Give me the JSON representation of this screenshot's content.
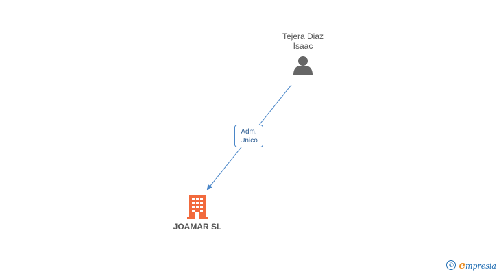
{
  "person": {
    "name_line1": "Tejera Diaz",
    "name_line2": "Isaac",
    "icon": "person-icon"
  },
  "relation": {
    "role_line1": "Adm.",
    "role_line2": "Unico",
    "color": "#4a86c8"
  },
  "company": {
    "name": "JOAMAR SL",
    "icon": "building-icon",
    "color": "#f26a3d"
  },
  "brand": {
    "copyright_symbol": "©",
    "logo_first_letter": "e",
    "logo_rest": "mpresia",
    "colors": {
      "primary": "#1f6db3",
      "accent": "#e98a1e"
    }
  }
}
